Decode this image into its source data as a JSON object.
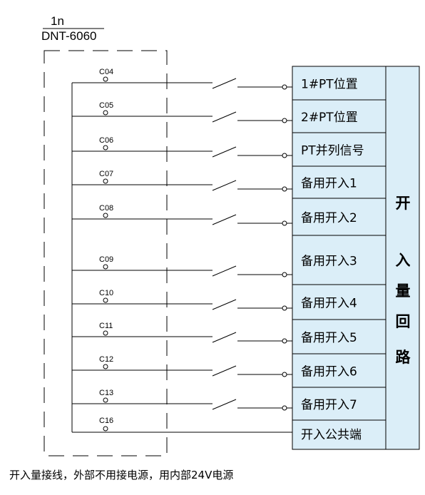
{
  "device": {
    "id": "1n",
    "model": "DNT-6060"
  },
  "terminals": [
    {
      "terminal": "C04",
      "signal": "1#PT位置"
    },
    {
      "terminal": "C05",
      "signal": "2#PT位置"
    },
    {
      "terminal": "C06",
      "signal": "PT并列信号"
    },
    {
      "terminal": "C07",
      "signal": "备用开入1"
    },
    {
      "terminal": "C08",
      "signal": "备用开入2"
    },
    {
      "terminal": "C09",
      "signal": "备用开入3"
    },
    {
      "terminal": "C10",
      "signal": "备用开入4"
    },
    {
      "terminal": "C11",
      "signal": "备用开入5"
    },
    {
      "terminal": "C12",
      "signal": "备用开入6"
    },
    {
      "terminal": "C13",
      "signal": "备用开入7"
    }
  ],
  "common": {
    "terminal": "C16",
    "signal": "开入公共端"
  },
  "side_label": [
    "开",
    "入",
    "量",
    "回",
    "路"
  ],
  "note": "开入量接线，外部不用接电源，用内部24V电源",
  "colors": {
    "panel_fill": "#dbeef8",
    "line": "#000000"
  }
}
